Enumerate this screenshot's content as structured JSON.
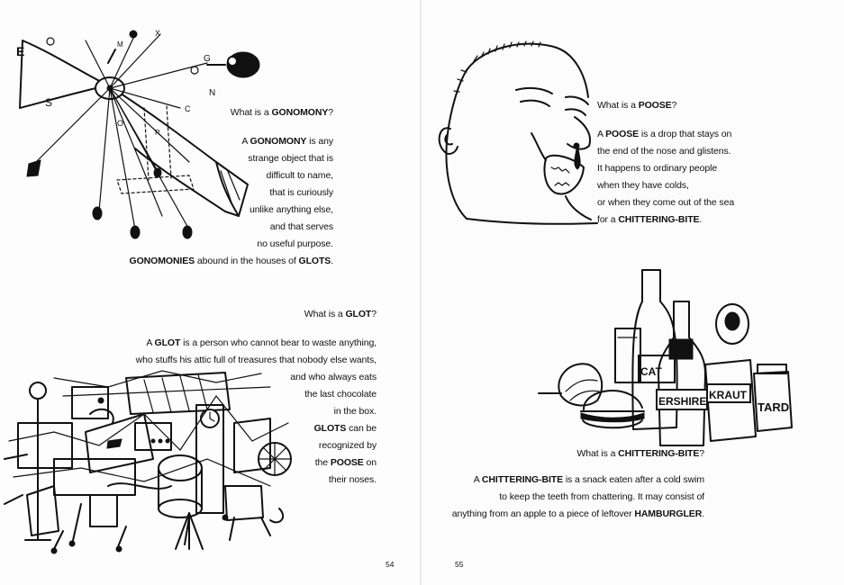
{
  "gonomony": {
    "question": "What is a GONOMONY?",
    "lines": [
      "A GONOMONY is any",
      "strange object that is",
      "difficult to name,",
      "that is curiously",
      "unlike anything else,",
      "and that serves",
      "no useful purpose.",
      "GONOMONIES abound in the houses of GLOTS."
    ]
  },
  "glot": {
    "question": "What is a GLOT?",
    "lines": [
      "A GLOT is a person who cannot bear to waste anything,",
      "who stuffs his attic full of treasures that nobody else wants,",
      "and who always eats",
      "the last chocolate",
      "in the box.",
      "GLOTS can be",
      "recognized by",
      "the POOSE on",
      "their noses."
    ]
  },
  "poose": {
    "question": "What is a POOSE?",
    "lines": [
      "A POOSE is a drop that stays on",
      "the end of the nose and glistens.",
      "It happens to ordinary people",
      "when they have colds,",
      "or when they come out of the sea",
      "for a CHITTERING-BITE."
    ]
  },
  "chittering": {
    "question": "What is a CHITTERING-BITE?",
    "lines": [
      "A CHITTERING-BITE is a snack eaten after a cold swim",
      "to keep the teeth from chattering. It may consist of",
      "anything from an apple to a piece of leftover HAMBURGLER."
    ]
  },
  "illustration_labels": {
    "gonomony_letters": [
      "E",
      "S",
      "O",
      "N",
      "C",
      "G",
      "X",
      "M",
      "R"
    ],
    "bottle_labels": [
      "CAT",
      "ERSHIRE",
      "KRAUT",
      "TARD"
    ]
  },
  "page_numbers": {
    "left": "54",
    "right": "55"
  }
}
